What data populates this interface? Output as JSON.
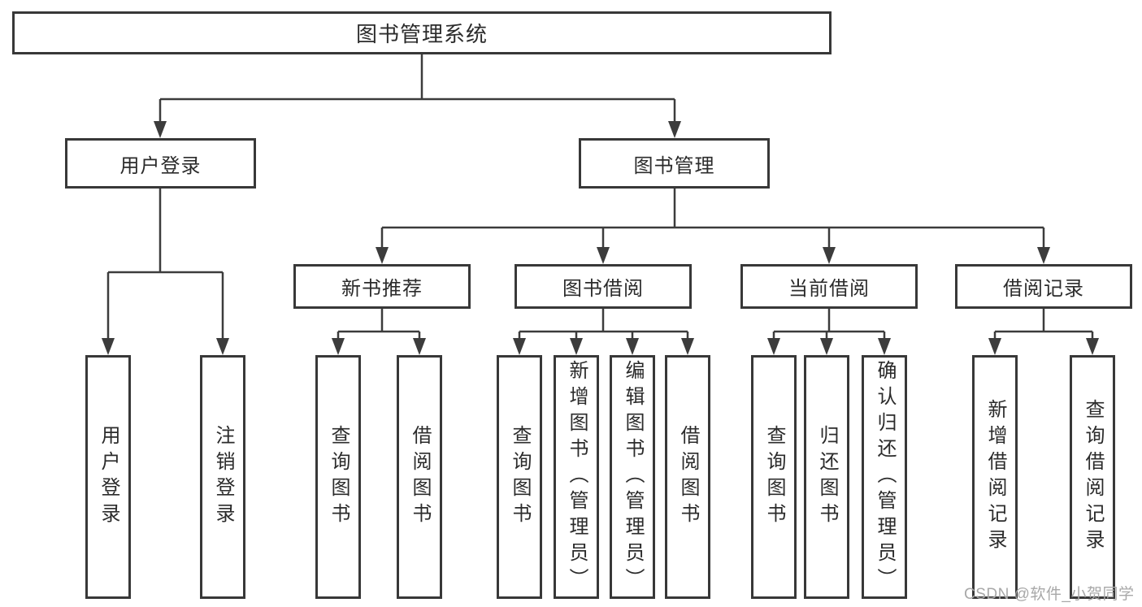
{
  "tree": {
    "root": "图书管理系统",
    "branches": [
      {
        "label": "用户登录",
        "children": [
          "用户登录",
          "注销登录"
        ]
      },
      {
        "label": "图书管理",
        "groups": [
          {
            "label": "新书推荐",
            "children": [
              "查询图书",
              "借阅图书"
            ]
          },
          {
            "label": "图书借阅",
            "children": [
              "查询图书",
              "新增图书（管理员）",
              "编辑图书（管理员）",
              "借阅图书"
            ]
          },
          {
            "label": "当前借阅",
            "children": [
              "查询图书",
              "归还图书",
              "确认归还（管理员）"
            ]
          },
          {
            "label": "借阅记录",
            "children": [
              "新增借阅记录",
              "查询借阅记录"
            ]
          }
        ]
      }
    ]
  },
  "watermark": "CSDN @软件_小贺同学",
  "colors": {
    "line": "#3c3c3c",
    "text": "#2b2b2b",
    "box_bg": "#ffffff",
    "watermark": "#a8a8a8"
  }
}
